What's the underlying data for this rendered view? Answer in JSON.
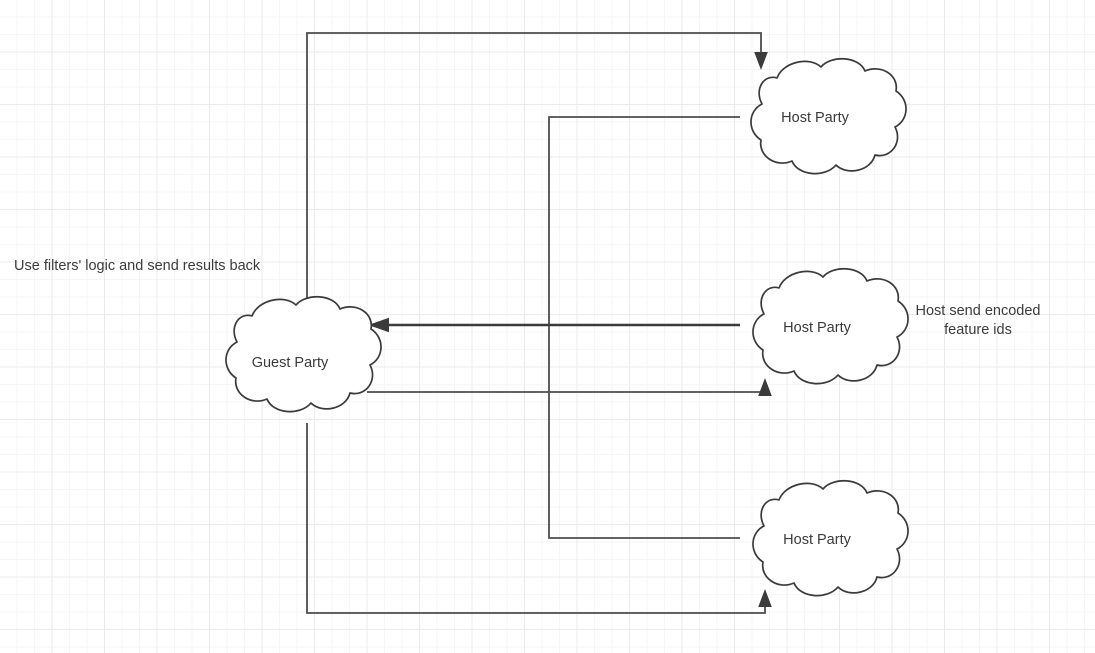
{
  "diagram": {
    "title": "Guest-Host federated feature exchange diagram",
    "background": {
      "color": "#ffffff",
      "grid_minor_color": "#f6f6f6",
      "grid_major_color": "#ebebeb"
    },
    "stroke_color": "#3b3b3b",
    "edge_color": "#4d4d4d",
    "text_color": "#3b3b3b",
    "nodes": [
      {
        "id": "guest",
        "label": "Guest Party",
        "shape": "cloud"
      },
      {
        "id": "host-top",
        "label": "Host Party",
        "shape": "cloud"
      },
      {
        "id": "host-middle",
        "label": "Host Party",
        "shape": "cloud"
      },
      {
        "id": "host-bottom",
        "label": "Host Party",
        "shape": "cloud"
      }
    ],
    "annotations": [
      {
        "id": "left-note",
        "text": "Use filters' logic and send results back"
      },
      {
        "id": "right-note-line1",
        "text": "Host send encoded"
      },
      {
        "id": "right-note-line2",
        "text": "feature ids"
      }
    ],
    "edges": [
      {
        "id": "guest-to-host-top",
        "from": "guest",
        "to": "host-top",
        "arrow": "down"
      },
      {
        "id": "guest-to-host-middle",
        "from": "guest",
        "to": "host-middle",
        "arrow": "up"
      },
      {
        "id": "guest-to-host-bottom",
        "from": "guest",
        "to": "host-bottom",
        "arrow": "up"
      },
      {
        "id": "host-middle-to-guest",
        "from": "host-middle",
        "to": "guest",
        "arrow": "left"
      },
      {
        "id": "host-top-to-host-bottom",
        "from": "host-top",
        "to": "host-bottom",
        "arrow": "none"
      }
    ]
  }
}
